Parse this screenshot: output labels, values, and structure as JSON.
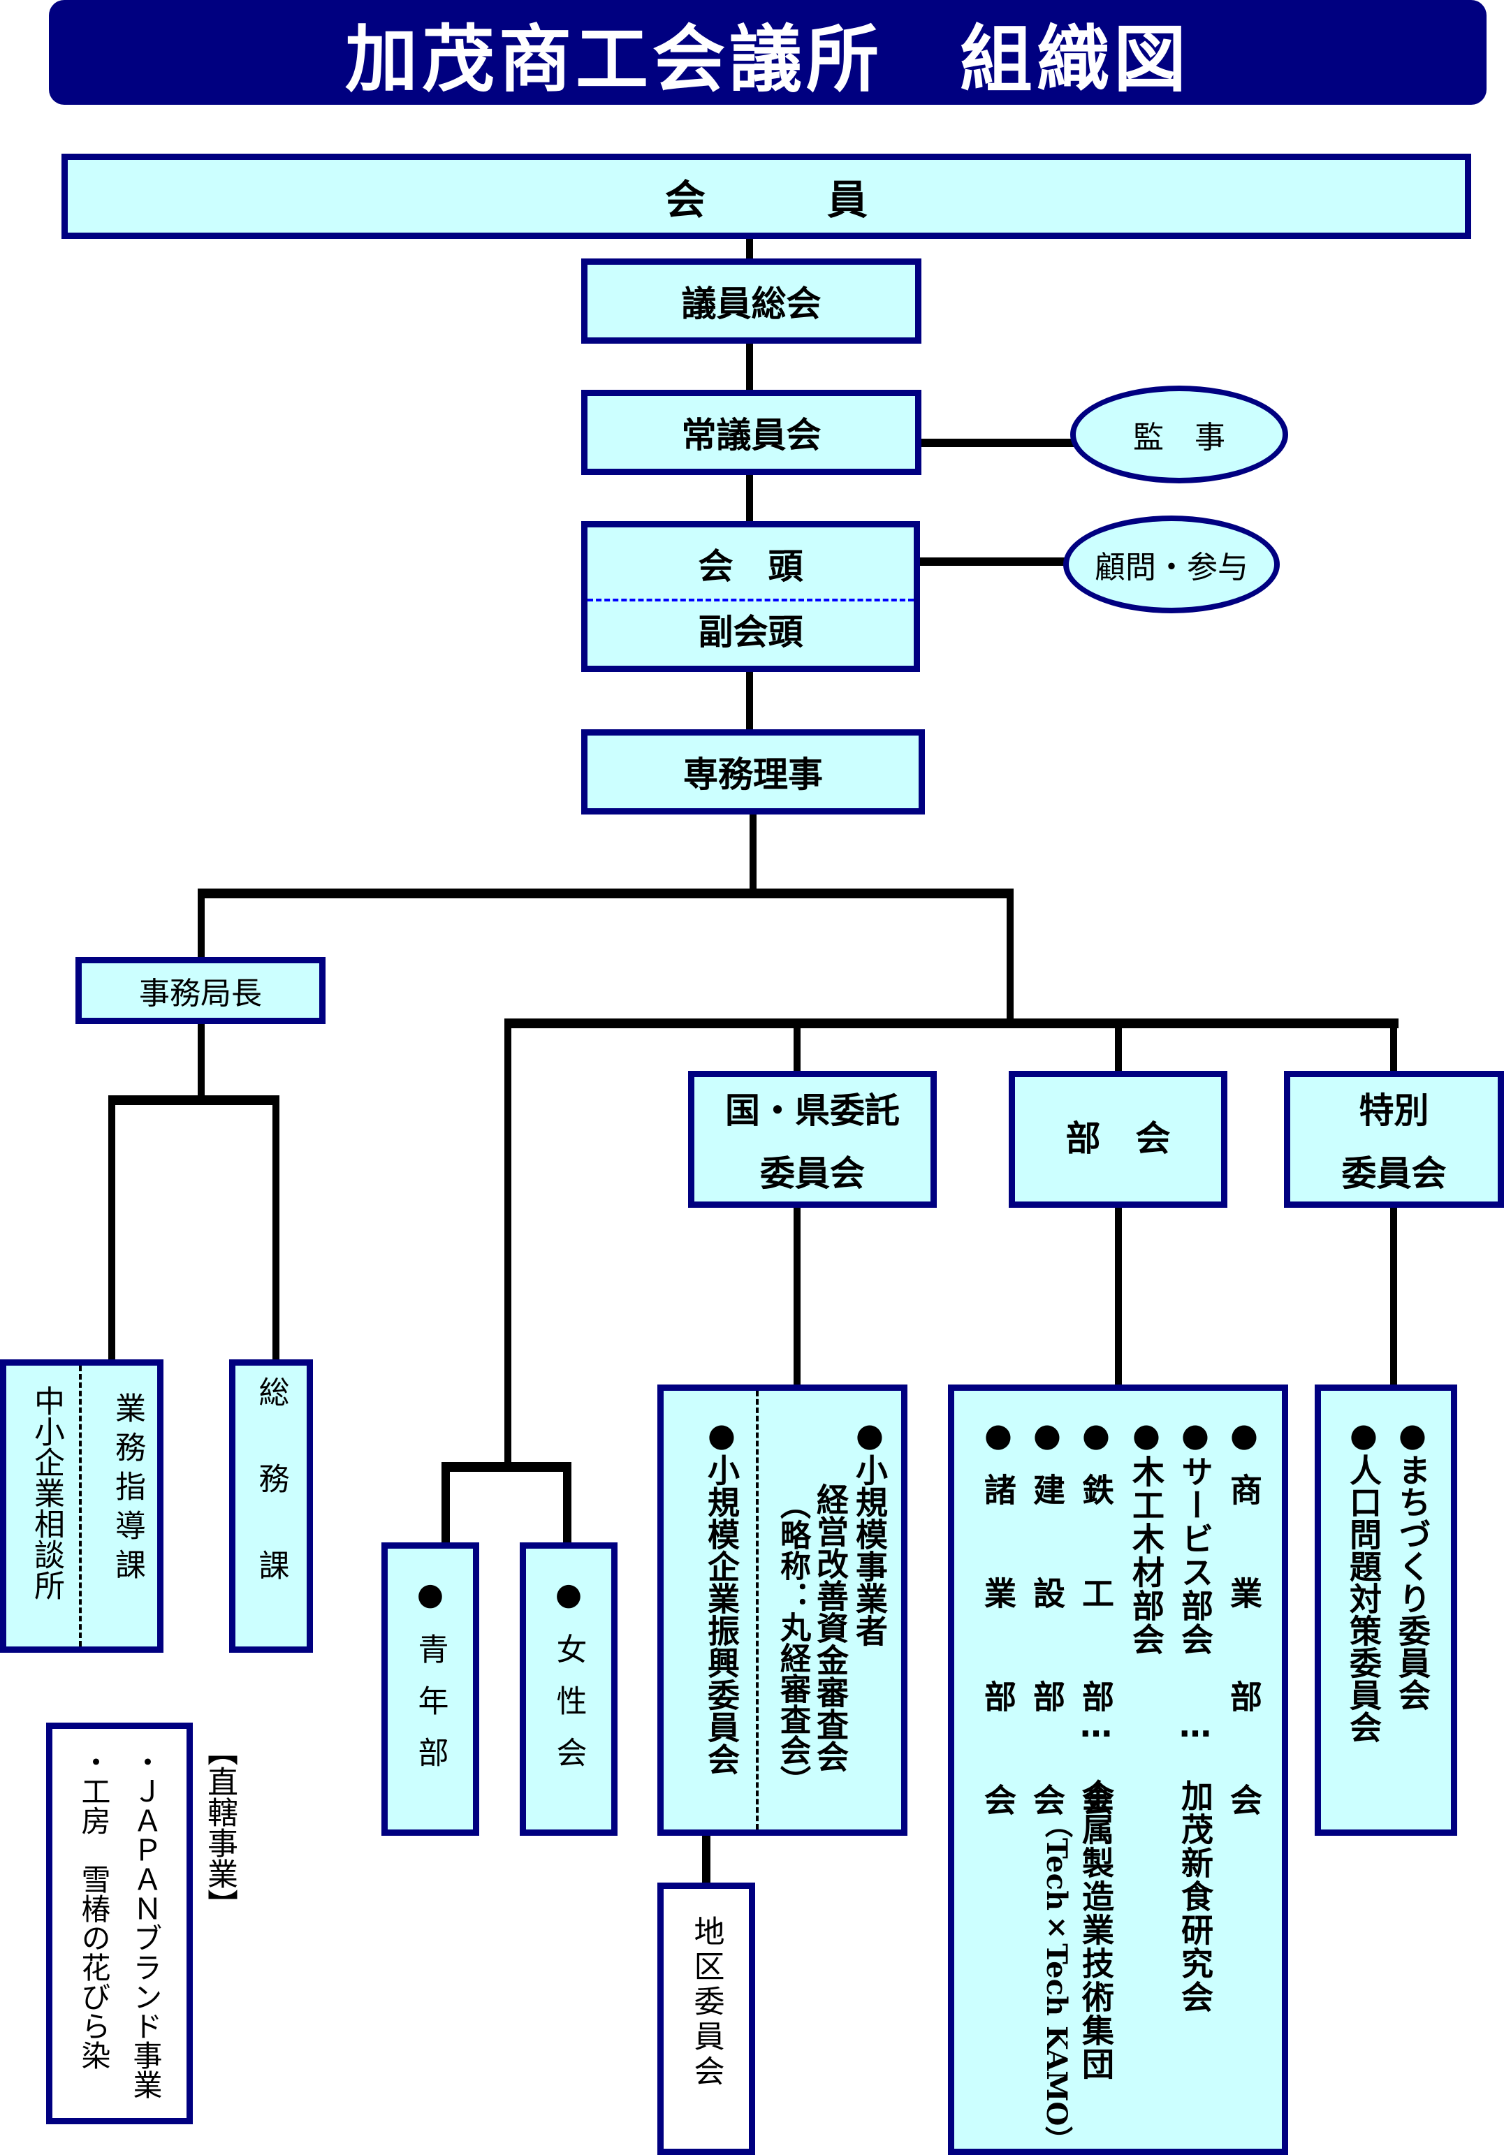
{
  "title": "加茂商工会議所　組織図",
  "nodes": {
    "members": "会　　　員",
    "general_assembly": "議員総会",
    "standing_council": "常議員会",
    "auditor": "監　事",
    "chairman": "会　頭",
    "vice_chairman": "副会頭",
    "advisors": "顧問・参与",
    "executive_director": "専務理事",
    "secretary_general": "事務局長",
    "consultation_office": "中小企業相談所",
    "business_guidance": "業務指導課",
    "general_affairs": "総務課",
    "youth": "●青年部",
    "women": "●女性会",
    "commissioned_committee": [
      "国・県委託",
      "委員会"
    ],
    "divisions": "部　会",
    "special_committee": [
      "特別",
      "委員会"
    ],
    "district_committee": "地区委員会"
  },
  "commissioned_items": [
    {
      "label": "●小規模企業振興委員会"
    },
    {
      "label": "●小規模事業者",
      "sub": "経営改善資金審査会",
      "note": "（略称：丸経審査会）"
    }
  ],
  "division_items": [
    {
      "label": "●商　業　部　会"
    },
    {
      "label": "●サービス部会",
      "sub": "…　加茂新食研究会"
    },
    {
      "label": "●木工木材部会"
    },
    {
      "label": "●鉄　工　部　会",
      "sub": "…　金属製造業技術集団",
      "note": "（Tech×Tech KAMO）"
    },
    {
      "label": "●建　設　部　会"
    },
    {
      "label": "●諸　業　部　会"
    }
  ],
  "special_items": [
    {
      "label": "●まちづくり委員会"
    },
    {
      "label": "●人口問題対策委員会"
    }
  ],
  "direct_projects": {
    "heading": "【直轄事業】",
    "items": [
      "・ＪＡＰＡＮブランド事業",
      "・工房　雪椿の花びら染"
    ]
  },
  "colors": {
    "title_bg": "#000080",
    "box_fill": "#ccffff",
    "box_border": "#000080",
    "connector": "#000000"
  }
}
